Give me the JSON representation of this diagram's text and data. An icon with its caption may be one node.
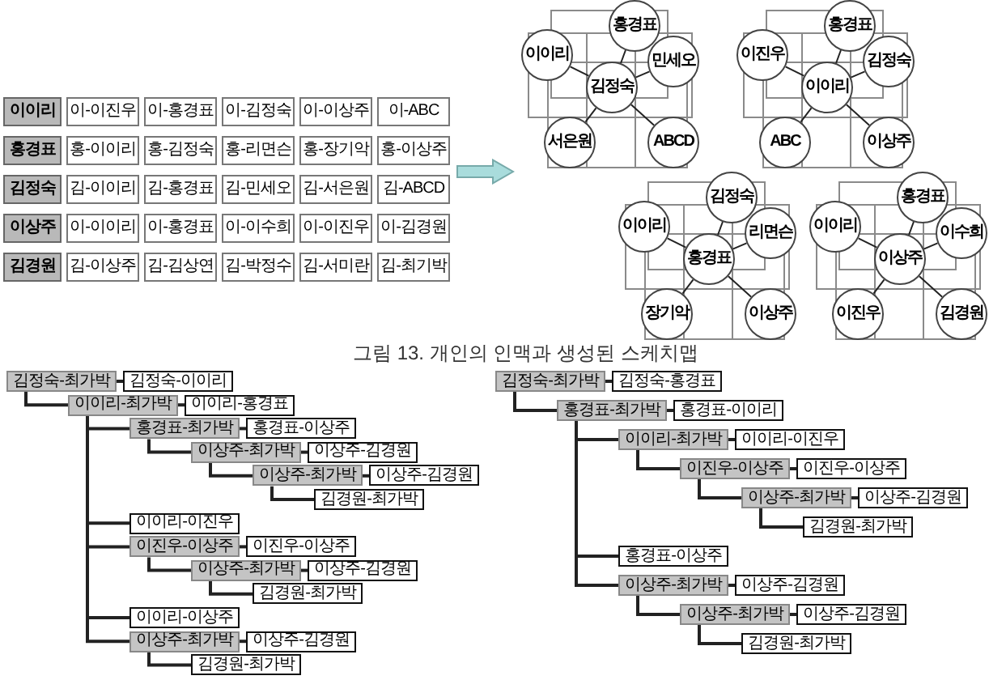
{
  "diagram": {
    "caption": "그림 13. 개인의 인맥과 생성된 스케치맵",
    "nodes": [
      {
        "text": [
          "홍경표"
        ]
      },
      {
        "text": [
          "이이리"
        ]
      },
      {
        "text": [
          "민세오"
        ]
      },
      {
        "text": [
          "김정숙"
        ]
      },
      {
        "text": [
          "서은원"
        ]
      },
      {
        "text": [
          "ABCD"
        ]
      },
      {
        "text": [
          "홍경표"
        ]
      },
      {
        "text": [
          "이진우"
        ]
      },
      {
        "text": [
          "김정숙"
        ]
      },
      {
        "text": [
          "이이리"
        ]
      },
      {
        "text": [
          "ABC"
        ]
      },
      {
        "text": [
          "이상주"
        ]
      },
      {
        "text": [
          "김정숙"
        ]
      },
      {
        "text": [
          "이이리"
        ]
      },
      {
        "text": [
          "리면슨"
        ]
      },
      {
        "text": [
          "홍경표"
        ]
      },
      {
        "text": [
          "장기악"
        ]
      },
      {
        "text": [
          "이상주"
        ]
      },
      {
        "text": [
          "홍경표"
        ]
      },
      {
        "text": [
          "이이리"
        ]
      },
      {
        "text": [
          "이수희"
        ]
      },
      {
        "text": [
          "이상주"
        ]
      },
      {
        "text": [
          "이진우"
        ]
      },
      {
        "text": [
          "김경원"
        ]
      },
      {
        "text": [
          "김정숙-최가박"
        ]
      },
      {
        "text": [
          "김정숙-이이리"
        ]
      },
      {
        "text": [
          "이이리-최가박"
        ]
      },
      {
        "text": [
          "이이리-홍경표"
        ]
      },
      {
        "text": [
          "홍경표-최가박"
        ]
      },
      {
        "text": [
          "홍경표-이상주"
        ]
      },
      {
        "text": [
          "이상주-최가박"
        ]
      },
      {
        "text": [
          "이상주-김경원"
        ]
      },
      {
        "text": [
          "이상주-최가박"
        ]
      },
      {
        "text": [
          "이상주-김경원"
        ]
      },
      {
        "text": [
          "김경원-최가박"
        ]
      },
      {
        "text": [
          "이이리-이진우"
        ]
      },
      {
        "text": [
          "이진우-이상주"
        ]
      },
      {
        "text": [
          "이진우-이상주"
        ]
      },
      {
        "text": [
          "이상주-최가박"
        ]
      },
      {
        "text": [
          "이상주-김경원"
        ]
      },
      {
        "text": [
          "김경원-최가박"
        ]
      },
      {
        "text": [
          "이이리-이상주"
        ]
      },
      {
        "text": [
          "이상주-최가박"
        ]
      },
      {
        "text": [
          "이상주-김경원"
        ]
      },
      {
        "text": [
          "김경원-최가박"
        ]
      },
      {
        "text": [
          "김정숙-최가박"
        ]
      },
      {
        "text": [
          "김정숙-홍경표"
        ]
      },
      {
        "text": [
          "홍경표-최가박"
        ]
      },
      {
        "text": [
          "홍경표-이이리"
        ]
      },
      {
        "text": [
          "이이리-최가박"
        ]
      },
      {
        "text": [
          "이이리-이진우"
        ]
      },
      {
        "text": [
          "이진우-이상주"
        ]
      },
      {
        "text": [
          "이진우-이상주"
        ]
      },
      {
        "text": [
          "이상주-최가박"
        ]
      },
      {
        "text": [
          "이상주-김경원"
        ]
      },
      {
        "text": [
          "김경원-최가박"
        ]
      },
      {
        "text": [
          "홍경표-이상주"
        ]
      },
      {
        "text": [
          "이상주-최가박"
        ]
      },
      {
        "text": [
          "이상주-김경원"
        ]
      },
      {
        "text": [
          "이상주-최가박"
        ]
      },
      {
        "text": [
          "이상주-김경원"
        ]
      },
      {
        "text": [
          "김경원-최가박"
        ]
      }
    ],
    "edges": [
      {
        "from": 3,
        "to": 0,
        "arrow": "none"
      },
      {
        "from": 3,
        "to": 1,
        "arrow": "none"
      },
      {
        "from": 3,
        "to": 2,
        "arrow": "none"
      },
      {
        "from": 3,
        "to": 4,
        "arrow": "none"
      },
      {
        "from": 3,
        "to": 5,
        "arrow": "none"
      },
      {
        "from": 9,
        "to": 6,
        "arrow": "none"
      },
      {
        "from": 9,
        "to": 7,
        "arrow": "none"
      },
      {
        "from": 9,
        "to": 8,
        "arrow": "none"
      },
      {
        "from": 9,
        "to": 10,
        "arrow": "none"
      },
      {
        "from": 9,
        "to": 11,
        "arrow": "none"
      },
      {
        "from": 15,
        "to": 12,
        "arrow": "none"
      },
      {
        "from": 15,
        "to": 13,
        "arrow": "none"
      },
      {
        "from": 15,
        "to": 14,
        "arrow": "none"
      },
      {
        "from": 15,
        "to": 16,
        "arrow": "none"
      },
      {
        "from": 15,
        "to": 17,
        "arrow": "none"
      },
      {
        "from": 21,
        "to": 18,
        "arrow": "none"
      },
      {
        "from": 21,
        "to": 19,
        "arrow": "none"
      },
      {
        "from": 21,
        "to": 20,
        "arrow": "none"
      },
      {
        "from": 21,
        "to": 22,
        "arrow": "none"
      },
      {
        "from": 21,
        "to": 23,
        "arrow": "none"
      },
      {
        "from": 24,
        "to": 25,
        "arrow": "none"
      },
      {
        "from": 24,
        "to": 26,
        "arrow": "none"
      },
      {
        "from": 26,
        "to": 27,
        "arrow": "none"
      },
      {
        "from": 26,
        "to": 28,
        "arrow": "none"
      },
      {
        "from": 28,
        "to": 29,
        "arrow": "none"
      },
      {
        "from": 28,
        "to": 30,
        "arrow": "none"
      },
      {
        "from": 30,
        "to": 31,
        "arrow": "none"
      },
      {
        "from": 30,
        "to": 32,
        "arrow": "none"
      },
      {
        "from": 32,
        "to": 33,
        "arrow": "none"
      },
      {
        "from": 32,
        "to": 34,
        "arrow": "none"
      },
      {
        "from": 26,
        "to": 35,
        "arrow": "none"
      },
      {
        "from": 26,
        "to": 36,
        "arrow": "none"
      },
      {
        "from": 36,
        "to": 37,
        "arrow": "none"
      },
      {
        "from": 36,
        "to": 38,
        "arrow": "none"
      },
      {
        "from": 38,
        "to": 39,
        "arrow": "none"
      },
      {
        "from": 38,
        "to": 40,
        "arrow": "none"
      },
      {
        "from": 26,
        "to": 41,
        "arrow": "none"
      },
      {
        "from": 26,
        "to": 42,
        "arrow": "none"
      },
      {
        "from": 42,
        "to": 43,
        "arrow": "none"
      },
      {
        "from": 42,
        "to": 44,
        "arrow": "none"
      },
      {
        "from": 45,
        "to": 46,
        "arrow": "none"
      },
      {
        "from": 45,
        "to": 47,
        "arrow": "none"
      },
      {
        "from": 47,
        "to": 48,
        "arrow": "none"
      },
      {
        "from": 47,
        "to": 49,
        "arrow": "none"
      },
      {
        "from": 49,
        "to": 50,
        "arrow": "none"
      },
      {
        "from": 49,
        "to": 51,
        "arrow": "none"
      },
      {
        "from": 51,
        "to": 52,
        "arrow": "none"
      },
      {
        "from": 51,
        "to": 53,
        "arrow": "none"
      },
      {
        "from": 53,
        "to": 54,
        "arrow": "none"
      },
      {
        "from": 53,
        "to": 55,
        "arrow": "none"
      },
      {
        "from": 47,
        "to": 56,
        "arrow": "none"
      },
      {
        "from": 47,
        "to": 57,
        "arrow": "none"
      },
      {
        "from": 57,
        "to": 58,
        "arrow": "none"
      },
      {
        "from": 57,
        "to": 59,
        "arrow": "none"
      },
      {
        "from": 59,
        "to": 60,
        "arrow": "none"
      },
      {
        "from": 59,
        "to": 61,
        "arrow": "none"
      }
    ],
    "labels": [
      "이이리",
      "이-이진우",
      "이-홍경표",
      "이-김정숙",
      "이-이상주",
      "이-ABC",
      "홍경표",
      "홍-이이리",
      "홍-김정숙",
      "홍-리면슨",
      "홍-장기악",
      "홍-이상주",
      "김정숙",
      "김-이이리",
      "김-홍경표",
      "김-민세오",
      "김-서은원",
      "김-ABCD",
      "이상주",
      "이-이이리",
      "이-홍경표",
      "이-이수희",
      "이-이진우",
      "이-김경원",
      "김경원",
      "김-이상주",
      "김-김상연",
      "김-박정수",
      "김-서미란",
      "김-최기박"
    ]
  }
}
